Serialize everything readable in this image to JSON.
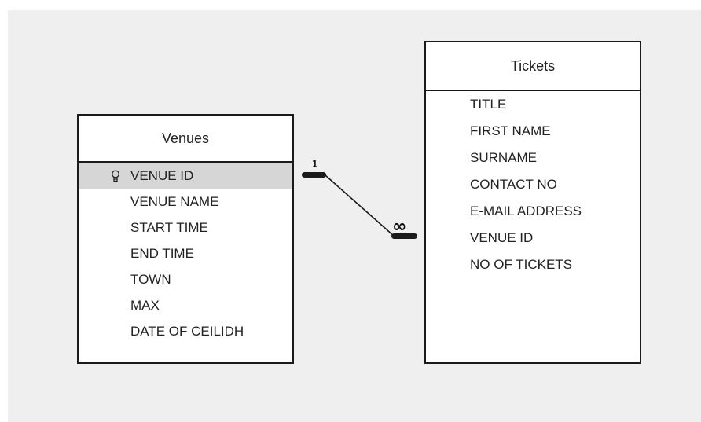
{
  "venues": {
    "title": "Venues",
    "fields": [
      {
        "label": "VENUE ID",
        "primary_key": true,
        "selected": true
      },
      {
        "label": "VENUE NAME"
      },
      {
        "label": "START TIME"
      },
      {
        "label": "END TIME"
      },
      {
        "label": "TOWN"
      },
      {
        "label": "MAX"
      },
      {
        "label": "DATE OF CEILIDH"
      }
    ]
  },
  "tickets": {
    "title": "Tickets",
    "fields": [
      {
        "label": "TITLE"
      },
      {
        "label": "FIRST NAME"
      },
      {
        "label": "SURNAME"
      },
      {
        "label": "CONTACT NO"
      },
      {
        "label": "E-MAIL ADDRESS"
      },
      {
        "label": "VENUE ID"
      },
      {
        "label": "NO OF TICKETS"
      }
    ]
  },
  "relationship": {
    "one_label": "1",
    "many_label": "∞"
  },
  "colors": {
    "background": "#efefef",
    "border": "#1a1a1a",
    "selected_row": "#d6d6d6"
  }
}
